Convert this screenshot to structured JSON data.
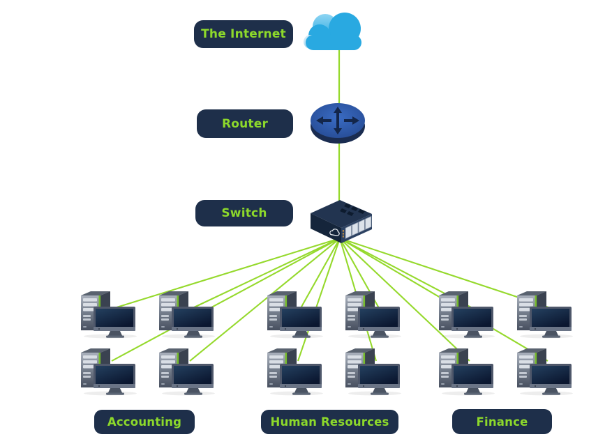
{
  "diagram": {
    "type": "network-topology",
    "nodes": [
      {
        "id": "internet",
        "label": "The Internet",
        "icon": "cloud-icon"
      },
      {
        "id": "router",
        "label": "Router",
        "icon": "router-icon"
      },
      {
        "id": "switch",
        "label": "Switch",
        "icon": "switch-icon"
      }
    ],
    "groups": [
      {
        "id": "accounting",
        "label": "Accounting",
        "computer_count": 4
      },
      {
        "id": "human-resources",
        "label": "Human Resources",
        "computer_count": 4
      },
      {
        "id": "finance",
        "label": "Finance",
        "computer_count": 4
      }
    ],
    "edges": [
      {
        "from": "internet",
        "to": "router"
      },
      {
        "from": "router",
        "to": "switch"
      },
      {
        "from": "switch",
        "to": "all-computers",
        "count": 12
      }
    ],
    "colors": {
      "background": "#FFFFFF",
      "badge_navy": "#1E2F4A",
      "accent_green": "#8DD92B",
      "line_green": "#95D92C",
      "cloud_blue": "#29A9E1",
      "router_blue": "#2B55A4",
      "switch_navy": "#223450",
      "screen_navy": "#13233F"
    }
  }
}
